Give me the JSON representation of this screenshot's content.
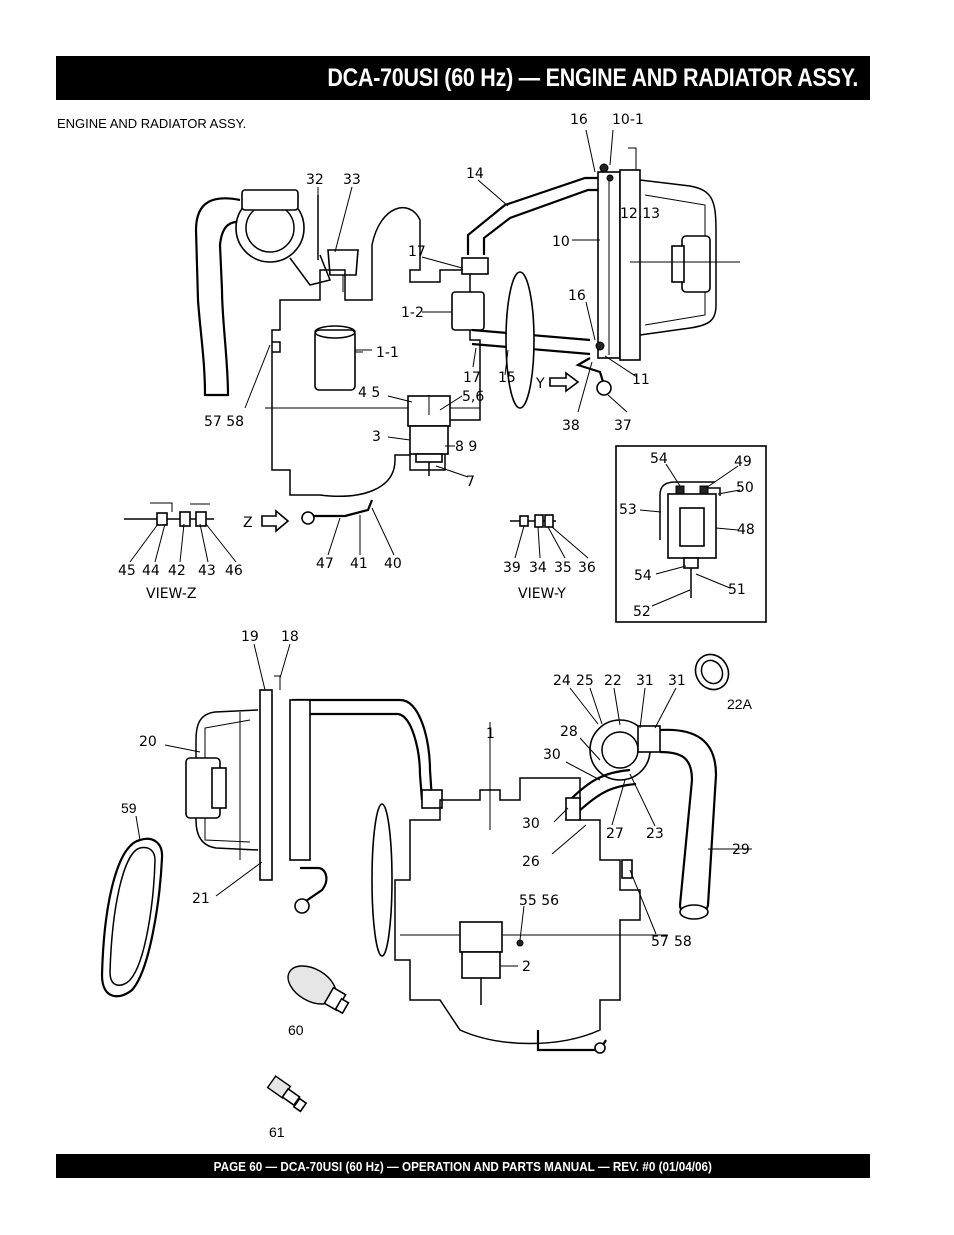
{
  "header": {
    "title": "DCA-70USI (60 Hz)  — ENGINE AND RADIATOR ASSY."
  },
  "section_title": "ENGINE AND RADIATOR ASSY.",
  "footer": {
    "text": "PAGE 60 — DCA-70USI (60 Hz)  —  OPERATION AND PARTS  MANUAL — REV. #0  (01/04/06)"
  },
  "callouts_upper": [
    "16",
    "10-1",
    "14",
    "32",
    "33",
    "12,13",
    "10",
    "17",
    "16",
    "1-2",
    "1-1",
    "17",
    "15",
    "11",
    "Y",
    "57 58",
    "4 5",
    "5,6",
    "3",
    "8 9",
    "38",
    "37",
    "7"
  ],
  "view_z": {
    "caption": "VIEW-Z",
    "marker": "Z",
    "callouts": [
      "45",
      "44",
      "42",
      "43",
      "46",
      "47",
      "41",
      "40"
    ]
  },
  "view_y": {
    "caption": "VIEW-Y",
    "callouts": [
      "39",
      "34",
      "35",
      "36"
    ]
  },
  "inset": {
    "callouts": [
      "54",
      "49",
      "50",
      "53",
      "48",
      "54",
      "51",
      "52"
    ]
  },
  "callouts_lower": [
    "19",
    "18",
    "24",
    "25",
    "22",
    "31",
    "31",
    "22A",
    "20",
    "28",
    "30",
    "59",
    "1",
    "30",
    "27",
    "23",
    "29",
    "26",
    "21",
    "55 56",
    "2",
    "57",
    "58",
    "60",
    "61"
  ]
}
